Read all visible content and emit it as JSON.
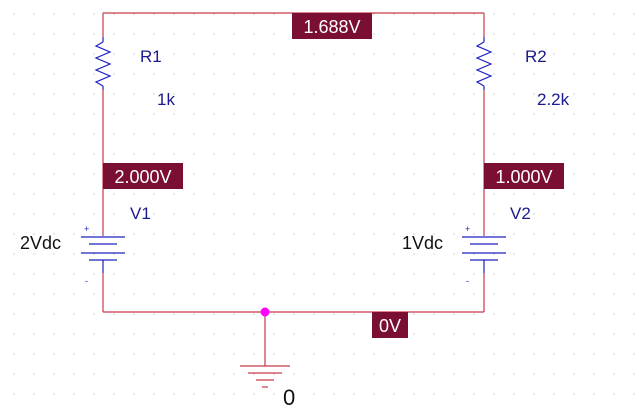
{
  "colors": {
    "wire": "#c93a4a",
    "symbol": "#1f1fbf",
    "label": "#1a1a8c",
    "probe_background": "#7a0f33",
    "probe_text": "#ffffff",
    "junction": "#ff00ff"
  },
  "components": {
    "r1": {
      "name": "R1",
      "value": "1k"
    },
    "r2": {
      "name": "R2",
      "value": "2.2k"
    },
    "v1": {
      "name": "V1",
      "value": "2Vdc",
      "plus": "+",
      "minus": "-"
    },
    "v2": {
      "name": "V2",
      "value": "1Vdc",
      "plus": "+",
      "minus": "-"
    }
  },
  "probes": {
    "top": "1.688V",
    "left": "2.000V",
    "right": "1.000V",
    "bottom": "0V"
  },
  "ground": {
    "label": "0"
  }
}
